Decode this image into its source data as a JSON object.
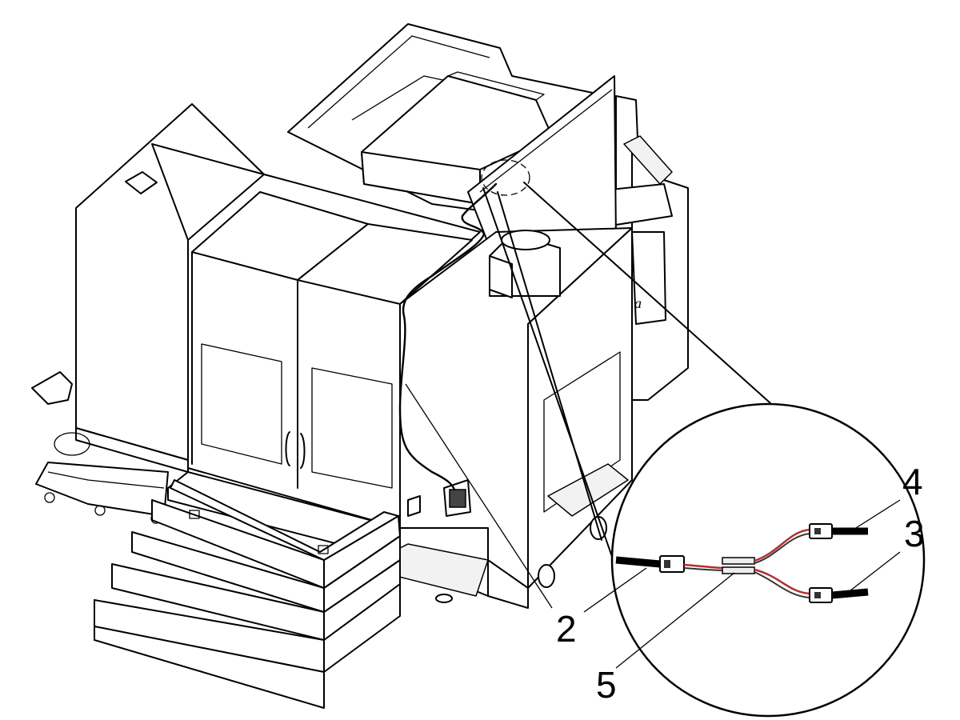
{
  "callouts": {
    "c2": "2",
    "c3": "3",
    "c4": "4",
    "c5": "5"
  },
  "colors": {
    "line": "#000000",
    "wire_red": "#b03030",
    "wire_dark": "#333333",
    "background": "#ffffff"
  },
  "icons": [
    "machine-enclosure",
    "control-pendant",
    "stairs",
    "cable-harness",
    "connector"
  ]
}
